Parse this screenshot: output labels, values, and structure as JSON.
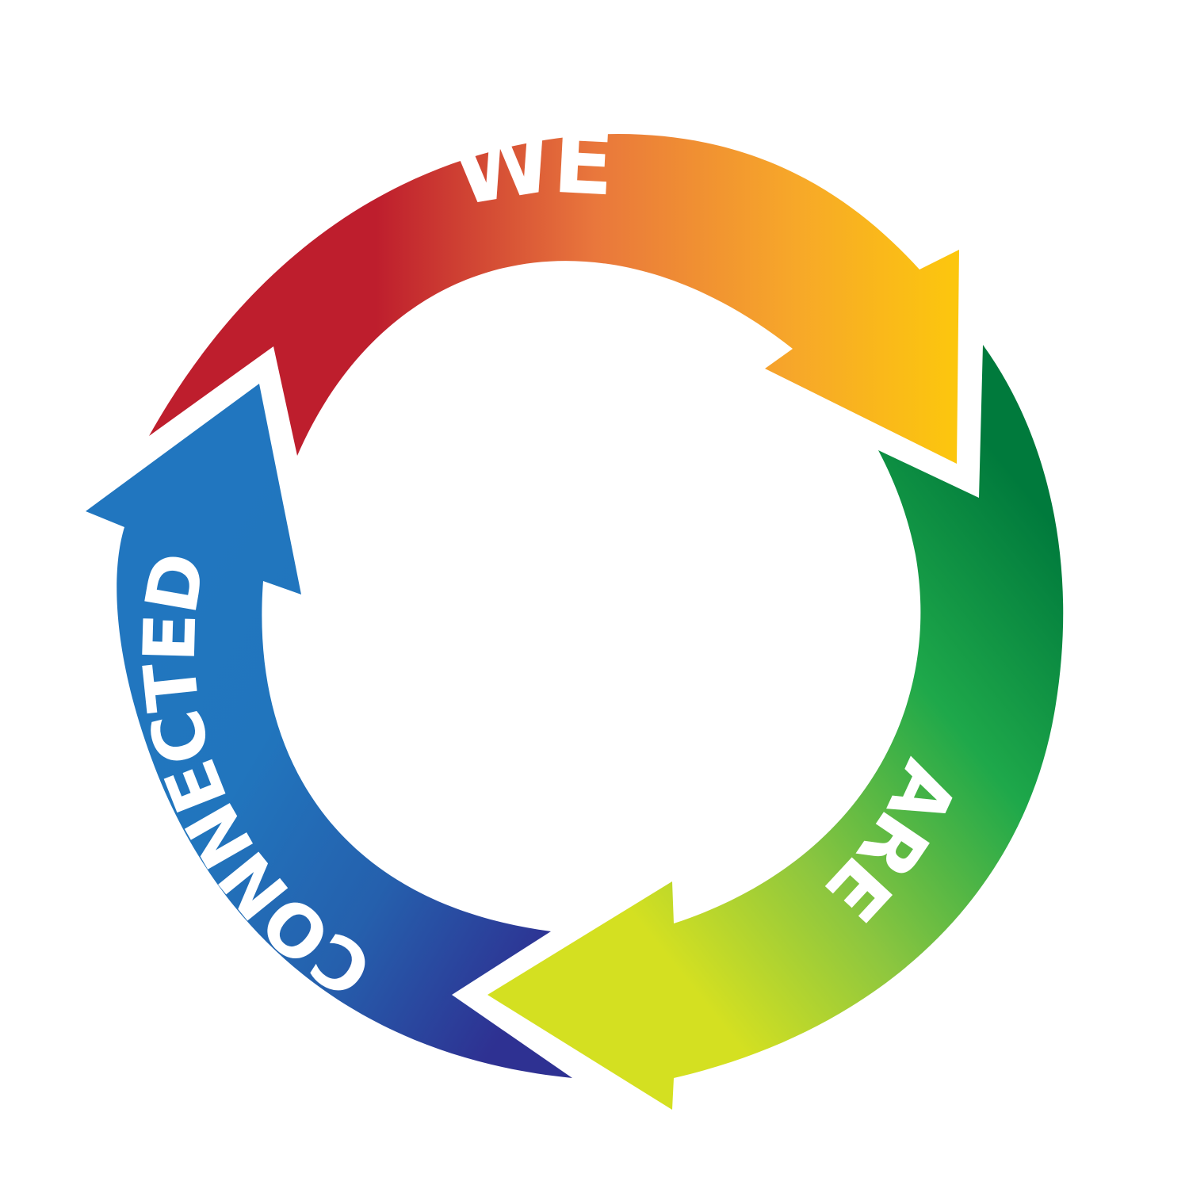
{
  "diagram": {
    "type": "cycle",
    "direction": "clockwise",
    "segments": [
      {
        "label": "WE",
        "gradient": [
          "#be1e2d",
          "#e9773c",
          "#f7a829",
          "#fcc70d"
        ]
      },
      {
        "label": "ARE",
        "gradient": [
          "#007a3c",
          "#1ea84a",
          "#8cc63f",
          "#d4e021"
        ]
      },
      {
        "label": "CONNECTED",
        "gradient": [
          "#2e3192",
          "#2560ad",
          "#2175bd",
          "#2176bf"
        ]
      }
    ]
  }
}
